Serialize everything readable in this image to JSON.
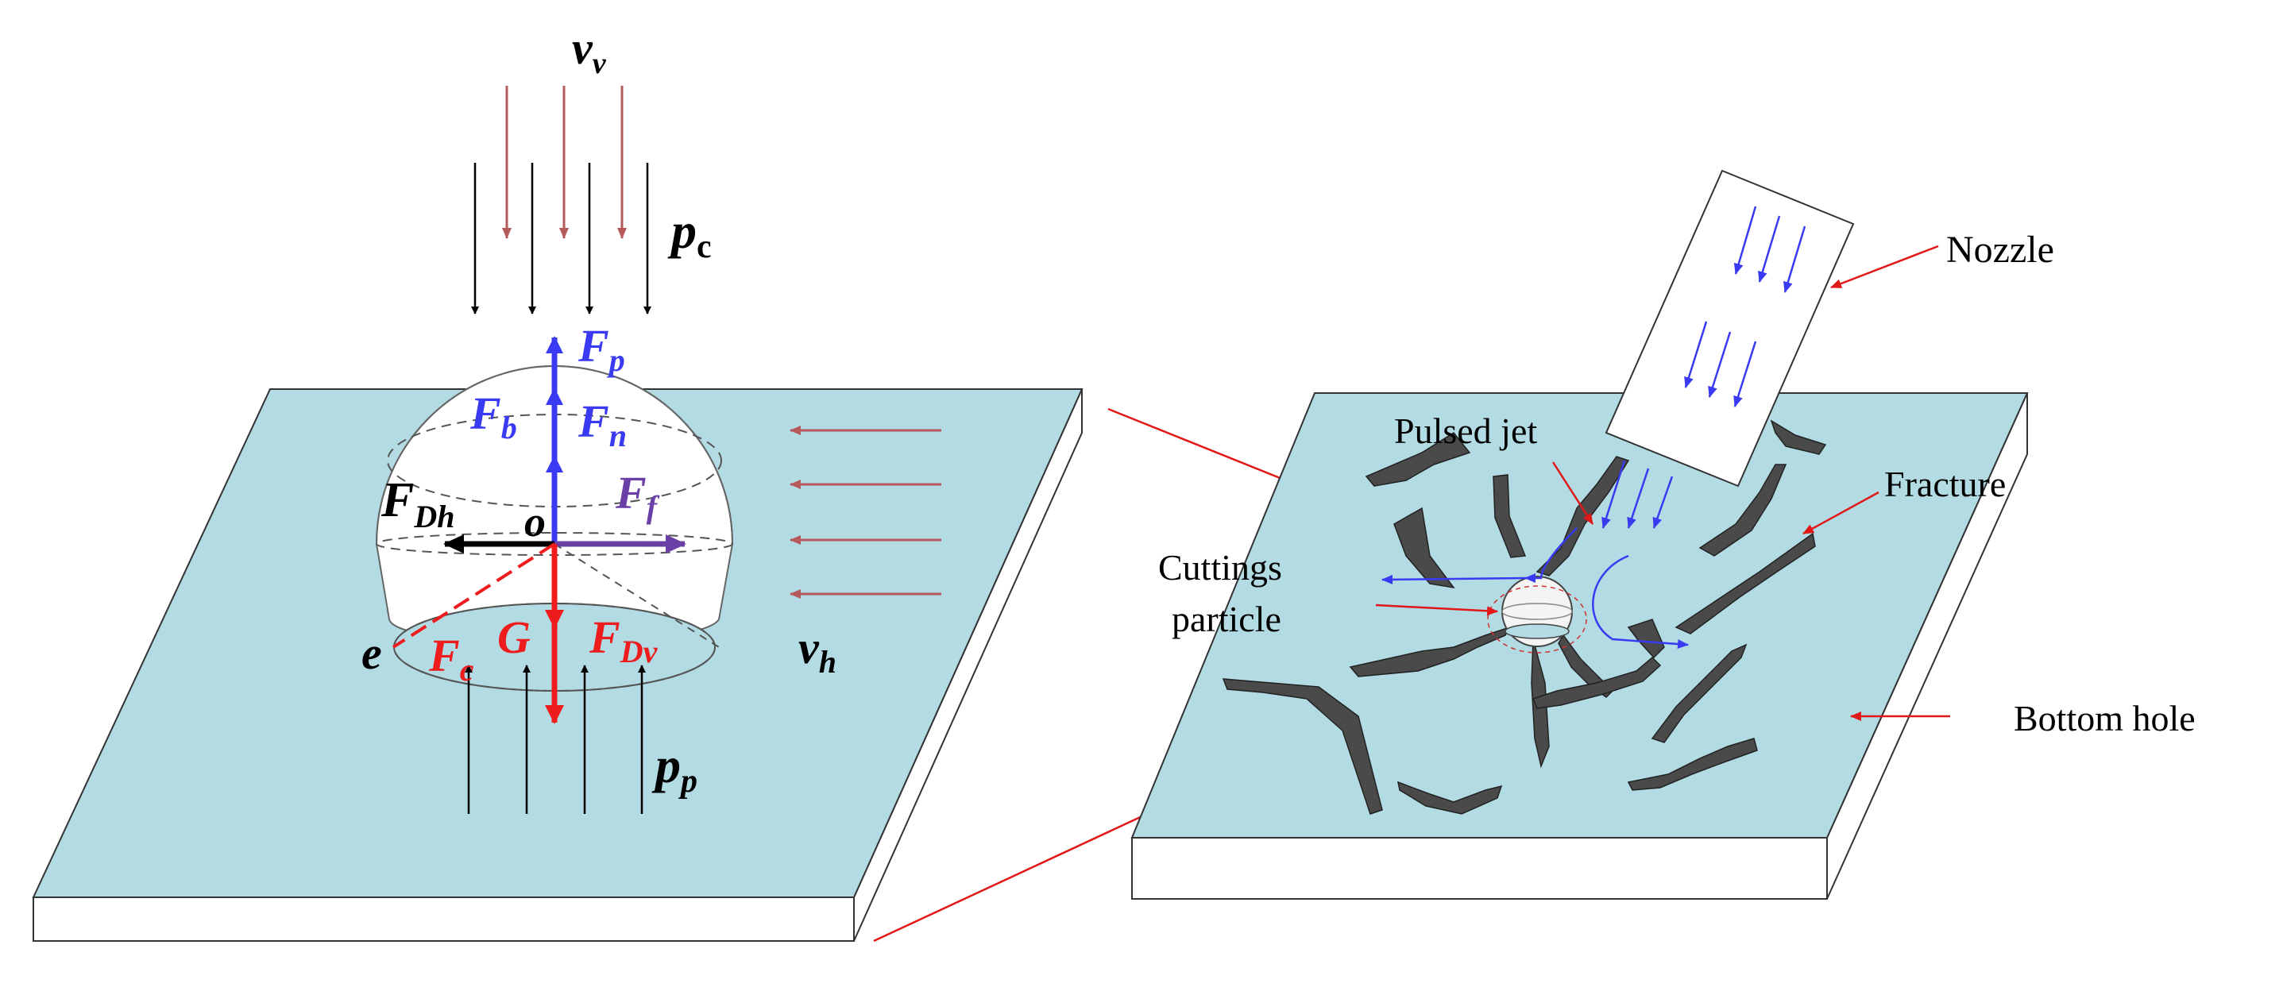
{
  "diagram": {
    "left_panel": {
      "symbols": {
        "v_top": "v",
        "v_top_sub": "v",
        "p_top": "p",
        "p_top_sub": "c",
        "Fp": "F",
        "Fp_sub": "p",
        "Fb": "F",
        "Fb_sub": "b",
        "Fn": "F",
        "Fn_sub": "n",
        "Ff": "F",
        "Ff_sub": "f",
        "FDh": "F",
        "FDh_sub": "Dh",
        "origin": "o",
        "Fc": "F",
        "Fc_sub": "c",
        "G": "G",
        "FDv": "F",
        "FDv_sub": "Dv",
        "e": "e",
        "v_side": "v",
        "v_side_sub": "h",
        "p_bottom": "p",
        "p_bottom_sub": "p"
      }
    },
    "right_panel": {
      "labels": {
        "nozzle": "Nozzle",
        "pulsed_jet": "Pulsed jet",
        "fracture": "Fracture",
        "cuttings_1": "Cuttings",
        "cuttings_2": "particle",
        "bottom_hole": "Bottom hole"
      }
    },
    "colors": {
      "plate_fill": "#b2dbe4",
      "plate_side": "#ffffff",
      "force_blue": "#3a3af2",
      "force_red": "#ee1c1c",
      "force_purple": "#6a3fa6",
      "flow_brown": "#b5595a",
      "fracture_fill": "#4a4a4a",
      "leader_red": "#e01818"
    }
  }
}
